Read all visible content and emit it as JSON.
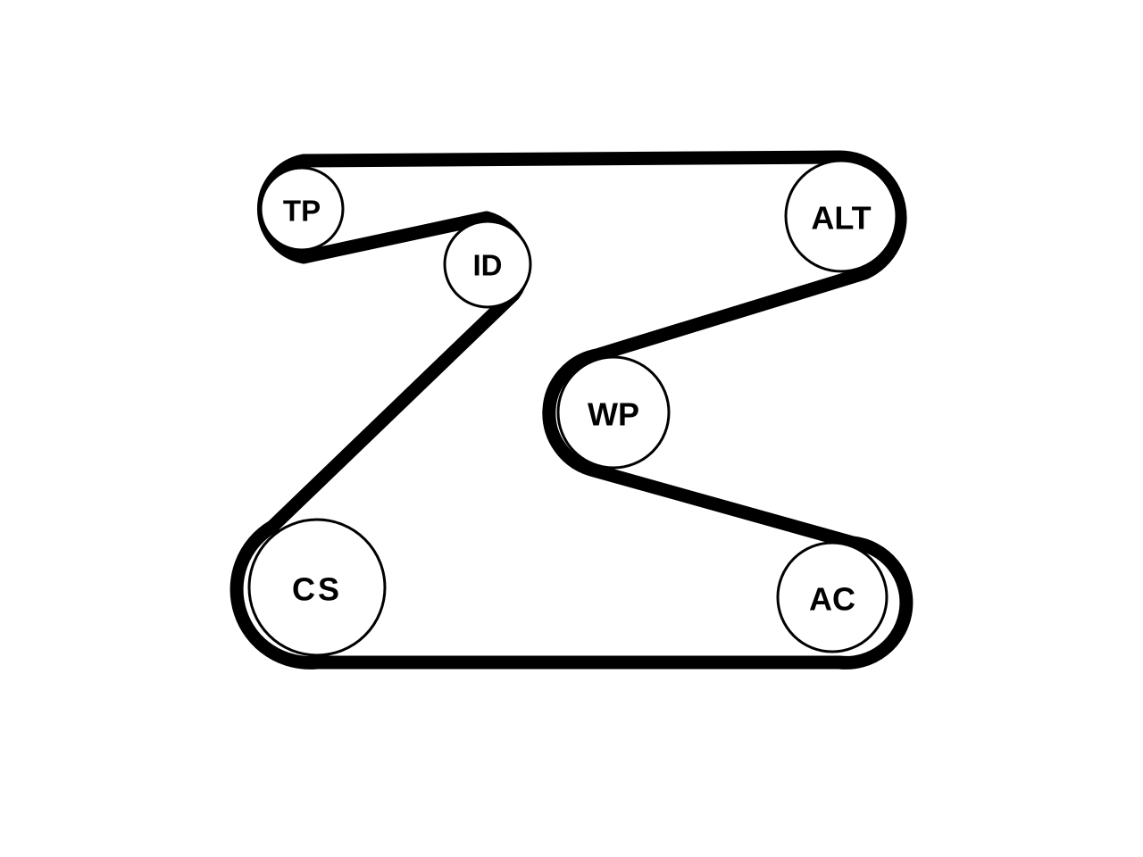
{
  "diagram": {
    "belt_color": "#000000",
    "background": "#ffffff",
    "pulleys": {
      "tp": {
        "label": "TP"
      },
      "id": {
        "label": "ID"
      },
      "alt": {
        "label": "ALT"
      },
      "wp": {
        "label": "WP"
      },
      "cs": {
        "label": "CS"
      },
      "ac": {
        "label": "AC"
      }
    }
  }
}
